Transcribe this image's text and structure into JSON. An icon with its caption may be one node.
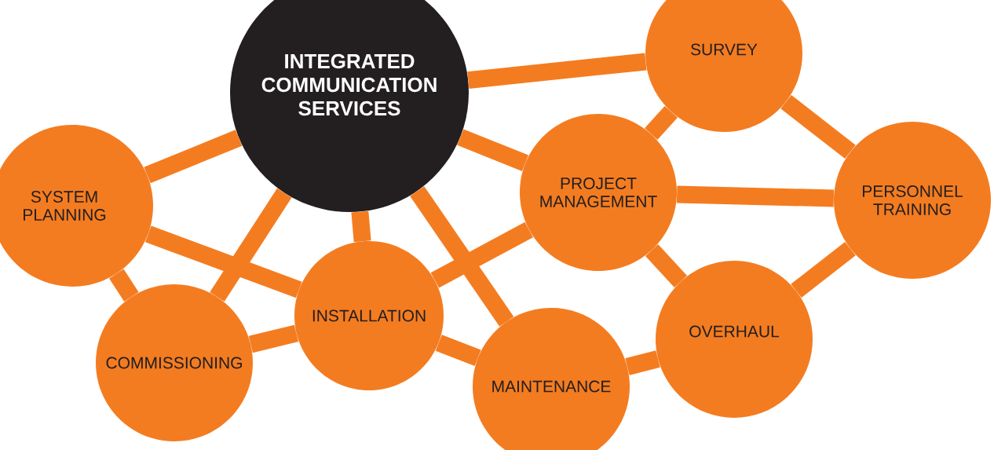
{
  "diagram": {
    "nodes": [
      {
        "text": [
          "INTEGRATED COMMUNICATION SERVICES"
        ]
      },
      {
        "text": [
          "SURVEY"
        ]
      },
      {
        "text": [
          "SYSTEM PLANNING"
        ]
      },
      {
        "text": [
          "PROJECT MANAGEMENT"
        ]
      },
      {
        "text": [
          "PERSONNEL TRAINING"
        ]
      },
      {
        "text": [
          "INSTALLATION"
        ]
      },
      {
        "text": [
          "OVERHAUL"
        ]
      },
      {
        "text": [
          "COMMISSIONING"
        ]
      },
      {
        "text": [
          "MAINTENANCE"
        ]
      }
    ],
    "edges": [
      {
        "from": 0,
        "to": 1,
        "arrow": "none"
      },
      {
        "from": 0,
        "to": 2,
        "arrow": "none"
      },
      {
        "from": 0,
        "to": 3,
        "arrow": "none"
      },
      {
        "from": 0,
        "to": 7,
        "arrow": "none"
      },
      {
        "from": 0,
        "to": 5,
        "arrow": "none"
      },
      {
        "from": 0,
        "to": 8,
        "arrow": "none"
      },
      {
        "from": 1,
        "to": 3,
        "arrow": "none"
      },
      {
        "from": 1,
        "to": 4,
        "arrow": "none"
      },
      {
        "from": 3,
        "to": 4,
        "arrow": "none"
      },
      {
        "from": 3,
        "to": 6,
        "arrow": "none"
      },
      {
        "from": 3,
        "to": 5,
        "arrow": "none"
      },
      {
        "from": 4,
        "to": 6,
        "arrow": "none"
      },
      {
        "from": 2,
        "to": 5,
        "arrow": "none"
      },
      {
        "from": 2,
        "to": 7,
        "arrow": "none"
      },
      {
        "from": 7,
        "to": 5,
        "arrow": "none"
      },
      {
        "from": 5,
        "to": 8,
        "arrow": "none"
      },
      {
        "from": 8,
        "to": 6,
        "arrow": "none"
      }
    ]
  }
}
